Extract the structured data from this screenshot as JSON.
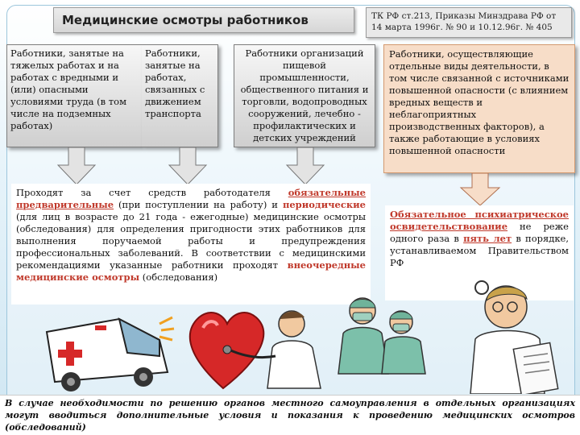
{
  "title": "Медицинские осмотры работников",
  "law_ref": "ТК РФ ст.213, Приказы Минздрава РФ от 14 марта 1996г. № 90 и 10.12.96г. № 405",
  "boxes": {
    "heavy_work": "Работники, занятые на тяжелых работах и на работах с вредными и (или) опасными условиями труда (в том числе на подземных работах)",
    "transport": "Работники, занятые на работах, связанных с движением транспорта",
    "organizations": "Работники организаций пищевой промышленности, общественного питания и торговли, водопроводных сооружений, лечебно - профилактических и детских учреждений",
    "hazard": "Работники, осуществляющие отдельные виды деятельности, в том числе связанной с источниками повышенной опасности (с влиянием вредных веществ и неблагоприятных производственных факторов), а также работающие в условиях повышенной опасности"
  },
  "main_text": {
    "p1": "Проходят за счет средств работодателя ",
    "mandatory": "обязательные предварительные",
    "p2": " (при поступлении на работу) и ",
    "periodic": "периодические",
    "p3": " (для лиц в возрасте до 21 года - ежегодные) медицинские осмотры (обследования) для определения пригодности этих работников для выполнения поручаемой работы и предупреждения профессиональных заболеваний. В соответствии с медицинскими рекомендациями указанные работники проходят ",
    "extraordinary": "внеочередные медицинские осмотры",
    "p4": " (обследования)"
  },
  "psych_text": {
    "label": "Обязательное психиатрическое освидетельствование",
    "p1": " не реже одного раза в ",
    "years": "пять лет",
    "p2": " в порядке, устанавливаемом Правительством РФ"
  },
  "footer": "В случае необходимости по решению органов местного самоуправления в отдельных организациях могут вводиться дополнительные условия и показания к проведению медицинских осмотров (обследований)",
  "colors": {
    "accent_red": "#c0392b",
    "hazard_bg": "#f7ddc8",
    "box_gray": "#d8d8d8"
  },
  "clipart": [
    "ambulance-icon",
    "heart-doctor-icon",
    "surgeons-icon",
    "doctor-icon"
  ]
}
